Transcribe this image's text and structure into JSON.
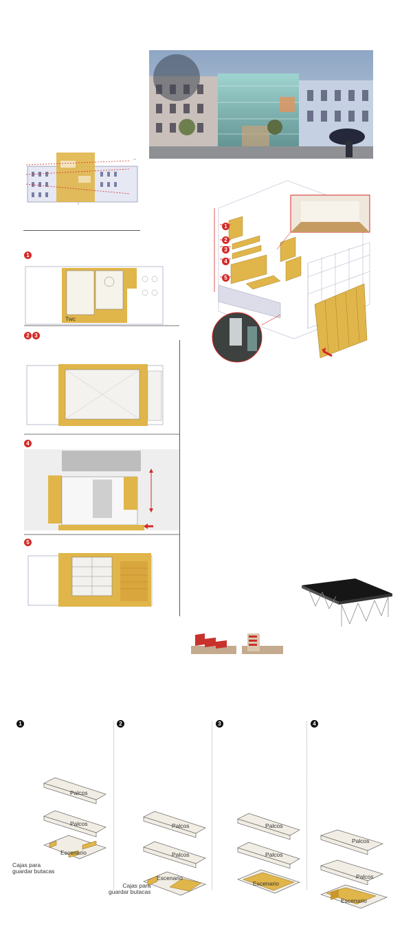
{
  "plan_markers": {
    "p1": "1",
    "p2": "2",
    "p3": "3",
    "p4": "4",
    "p5": "5"
  },
  "section_markers": [
    "1",
    "2",
    "3",
    "4",
    "5"
  ],
  "floor_plan_1_note": "Twc",
  "diagram_steps": [
    {
      "num": "1",
      "palcos_top": "Palcos",
      "palcos_mid": "Palcos",
      "stage": "Escenario",
      "boxes_note": "Cajas para\nguardar butacas"
    },
    {
      "num": "2",
      "palcos_top": "Palcos",
      "palcos_mid": "Palcos",
      "stage": "Escenario",
      "boxes_note": "Cajas para\nguardar butacas"
    },
    {
      "num": "3",
      "palcos_top": "Palcos",
      "palcos_mid": "Palcos",
      "stage": "Escenario"
    },
    {
      "num": "4",
      "palcos_top": "Palcos",
      "palcos_mid": "Palcos",
      "stage": "Escenario"
    }
  ],
  "colors": {
    "accent_red": "#d42a26",
    "wood": "#e0b54a",
    "wood_dark": "#c9972c",
    "night_sky": "#7d97b8"
  }
}
